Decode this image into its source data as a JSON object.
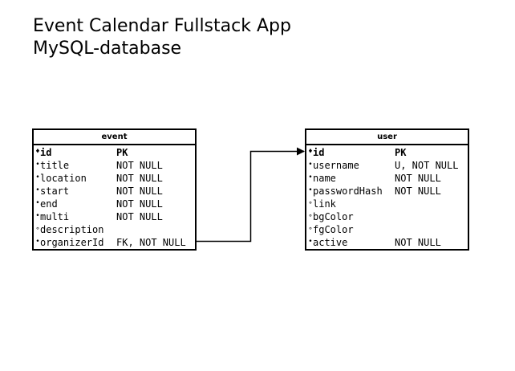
{
  "title": {
    "line1": "Event Calendar Fullstack App",
    "line2": "MySQL-database"
  },
  "entities": {
    "event": {
      "name": "event",
      "rows": [
        {
          "marker": "♦",
          "name": "id",
          "constraint": "PK",
          "pk": true
        },
        {
          "marker": "•",
          "name": "title",
          "constraint": "NOT NULL"
        },
        {
          "marker": "•",
          "name": "location",
          "constraint": "NOT NULL"
        },
        {
          "marker": "•",
          "name": "start",
          "constraint": "NOT NULL"
        },
        {
          "marker": "•",
          "name": "end",
          "constraint": "NOT NULL"
        },
        {
          "marker": "•",
          "name": "multi",
          "constraint": "NOT NULL"
        },
        {
          "marker": "∘",
          "name": "description",
          "constraint": ""
        },
        {
          "marker": "•",
          "name": "organizerId",
          "constraint": "FK, NOT NULL"
        }
      ]
    },
    "user": {
      "name": "user",
      "rows": [
        {
          "marker": "♦",
          "name": "id",
          "constraint": "PK",
          "pk": true
        },
        {
          "marker": "•",
          "name": "username",
          "constraint": "U, NOT NULL"
        },
        {
          "marker": "•",
          "name": "name",
          "constraint": "NOT NULL"
        },
        {
          "marker": "•",
          "name": "passwordHash",
          "constraint": "NOT NULL"
        },
        {
          "marker": "∘",
          "name": "link",
          "constraint": ""
        },
        {
          "marker": "∘",
          "name": "bgColor",
          "constraint": ""
        },
        {
          "marker": "∘",
          "name": "fgColor",
          "constraint": ""
        },
        {
          "marker": "•",
          "name": "active",
          "constraint": "NOT NULL"
        }
      ]
    }
  },
  "relationship": {
    "from": "event.organizerId",
    "to": "user.id"
  },
  "colors": {
    "line": "#000000",
    "background": "#ffffff"
  }
}
